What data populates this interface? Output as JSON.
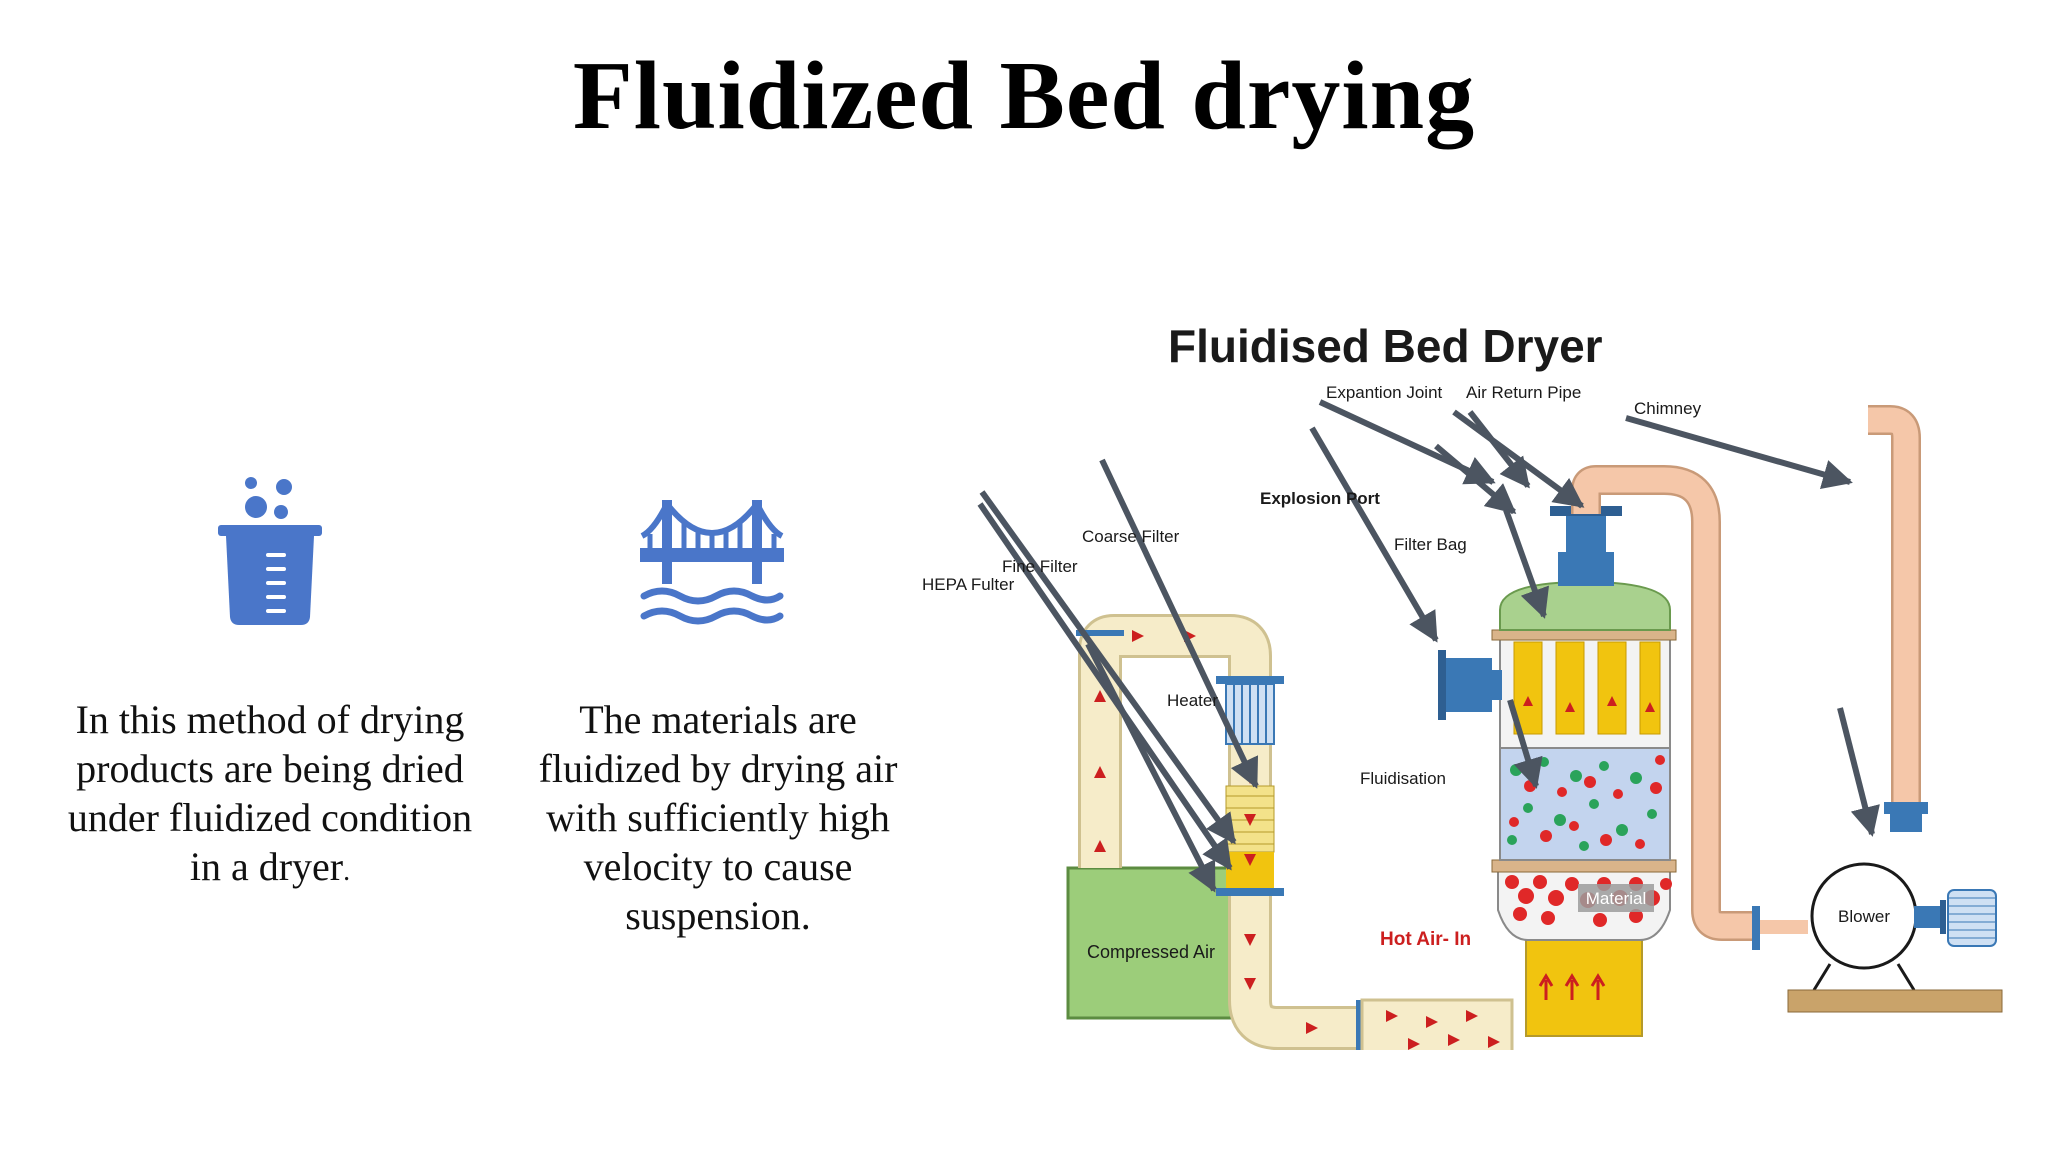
{
  "title": "Fluidized Bed drying",
  "column1": {
    "icon": "beaker-icon",
    "text": "In this method of drying products are being dried under fluidized condition in a dryer",
    "suffix": "."
  },
  "column2": {
    "icon": "bridge-icon",
    "text": "The materials are fluidized by drying air with sufficiently high velocity to cause suspension."
  },
  "diagram": {
    "title": "Fluidised Bed Dryer",
    "labels": {
      "expansion_joint": "Expantion Joint",
      "air_return_pipe": "Air Return Pipe",
      "chimney": "Chimney",
      "explosion_port": "Explosion Port",
      "filter_bag": "Filter Bag",
      "coarse_filter": "Coarse Filter",
      "fine_filter": "Fine Filter",
      "hepa_filter": "HEPA Fulter",
      "heater": "Heater",
      "fluidisation": "Fluidisation",
      "material": "Material",
      "hot_air_in": "Hot Air- In",
      "compressed_air": "Compressed Air",
      "blower": "Blower"
    }
  },
  "colors": {
    "icon_blue": "#4a76c9",
    "pipe_fill": "#f6ecc9",
    "pipe_stroke": "#cfc190",
    "return_pipe": "#f5c7a9",
    "arrow_red": "#cc1f1f",
    "callout_gray": "#4c5561",
    "compressed_air_green": "#9ccd7a",
    "filter_yellow": "#f1c40f",
    "bed_blue": "#c3d4ee",
    "cap_green": "#a9d18e",
    "flange_blue": "#3a78b5"
  }
}
